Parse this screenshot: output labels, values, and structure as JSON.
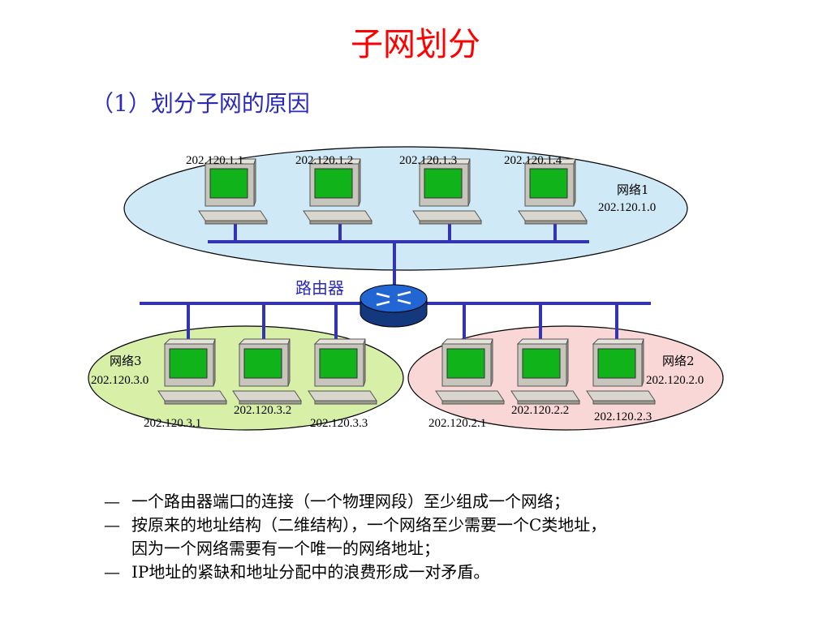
{
  "title": "子网划分",
  "subtitle": "（1）划分子网的原因",
  "diagram": {
    "router_label": "路由器",
    "network1": {
      "name": "网络1",
      "address": "202.120.1.0",
      "hosts": [
        "202.120.1.1",
        "202.120.1.2",
        "202.120.1.3",
        "202.120.1.4"
      ]
    },
    "network2": {
      "name": "网络2",
      "address": "202.120.2.0",
      "hosts": [
        "202.120.2.1",
        "202.120.2.2",
        "202.120.2.3"
      ]
    },
    "network3": {
      "name": "网络3",
      "address": "202.120.3.0",
      "hosts": [
        "202.120.3.1",
        "202.120.3.2",
        "202.120.3.3"
      ]
    }
  },
  "bullets": [
    {
      "dash": "—",
      "lines": [
        "一个路由器端口的连接（一个物理网段）至少组成一个网络；"
      ]
    },
    {
      "dash": "—",
      "lines": [
        "按原来的地址结构（二维结构），一个网络至少需要一个C类地址，",
        "因为一个网络需要有一个唯一的网络地址；"
      ]
    },
    {
      "dash": "—",
      "lines": [
        "IP地址的紧缺和地址分配中的浪费形成一对矛盾。"
      ]
    }
  ],
  "colors": {
    "title": "#ff0000",
    "subtitle": "#2b2bb8",
    "network1_fill": "#cfe9f7",
    "network2_fill": "#fad7d7",
    "network3_fill": "#d7efa6",
    "bus": "#3333b3",
    "screen": "#11b31b",
    "router": "#2166d3"
  }
}
